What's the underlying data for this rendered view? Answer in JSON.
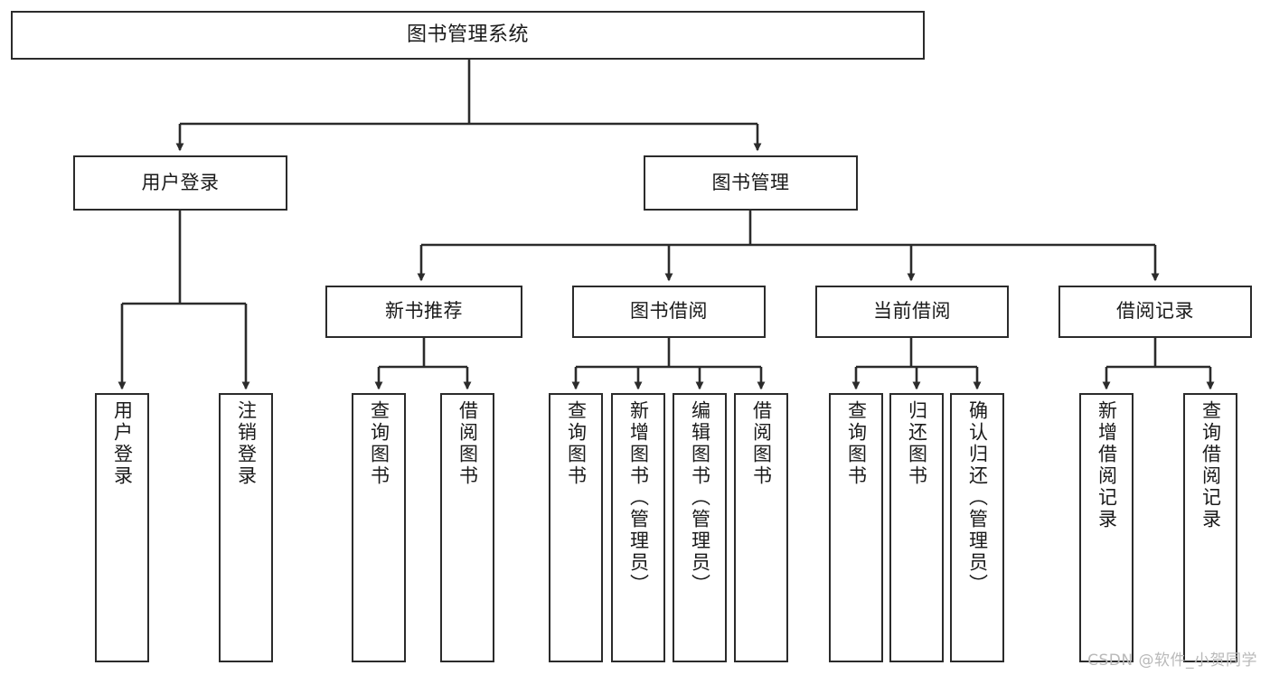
{
  "diagram": {
    "title": "图书管理系统",
    "style": {
      "box_border_color": "#2b2b2b",
      "box_fill_color": "#ffffff",
      "edge_color": "#2b2b2b",
      "background_color": "#ffffff",
      "text_color": "#1a1a1a",
      "watermark_color": "#b9b9b9"
    },
    "watermark": "CSDN @软件_小贺同学",
    "levels": {
      "root": {
        "label": "图书管理系统"
      },
      "level1": [
        {
          "id": "user-login",
          "label": "用户登录"
        },
        {
          "id": "book-manage",
          "label": "图书管理"
        }
      ],
      "level2": [
        {
          "id": "new-book-recommend",
          "label": "新书推荐",
          "parent": "book-manage"
        },
        {
          "id": "book-borrow",
          "label": "图书借阅",
          "parent": "book-manage"
        },
        {
          "id": "current-borrow",
          "label": "当前借阅",
          "parent": "book-manage"
        },
        {
          "id": "borrow-record",
          "label": "借阅记录",
          "parent": "book-manage"
        }
      ],
      "leaves": [
        {
          "id": "leaf-user-login",
          "label": "用户登录",
          "parent": "user-login"
        },
        {
          "id": "leaf-logout",
          "label": "注销登录",
          "parent": "user-login"
        },
        {
          "id": "leaf-query-book-1",
          "label": "查询图书",
          "parent": "new-book-recommend"
        },
        {
          "id": "leaf-borrow-book-1",
          "label": "借阅图书",
          "parent": "new-book-recommend"
        },
        {
          "id": "leaf-query-book-2",
          "label": "查询图书",
          "parent": "book-borrow"
        },
        {
          "id": "leaf-add-book",
          "label": "新增图书（管理员）",
          "parent": "book-borrow"
        },
        {
          "id": "leaf-edit-book",
          "label": "编辑图书（管理员）",
          "parent": "book-borrow"
        },
        {
          "id": "leaf-borrow-book-2",
          "label": "借阅图书",
          "parent": "book-borrow"
        },
        {
          "id": "leaf-query-book-3",
          "label": "查询图书",
          "parent": "current-borrow"
        },
        {
          "id": "leaf-return-book",
          "label": "归还图书",
          "parent": "current-borrow"
        },
        {
          "id": "leaf-confirm-return",
          "label": "确认归还（管理员）",
          "parent": "current-borrow"
        },
        {
          "id": "leaf-add-record",
          "label": "新增借阅记录",
          "parent": "borrow-record"
        },
        {
          "id": "leaf-query-record",
          "label": "查询借阅记录",
          "parent": "borrow-record"
        }
      ]
    }
  }
}
